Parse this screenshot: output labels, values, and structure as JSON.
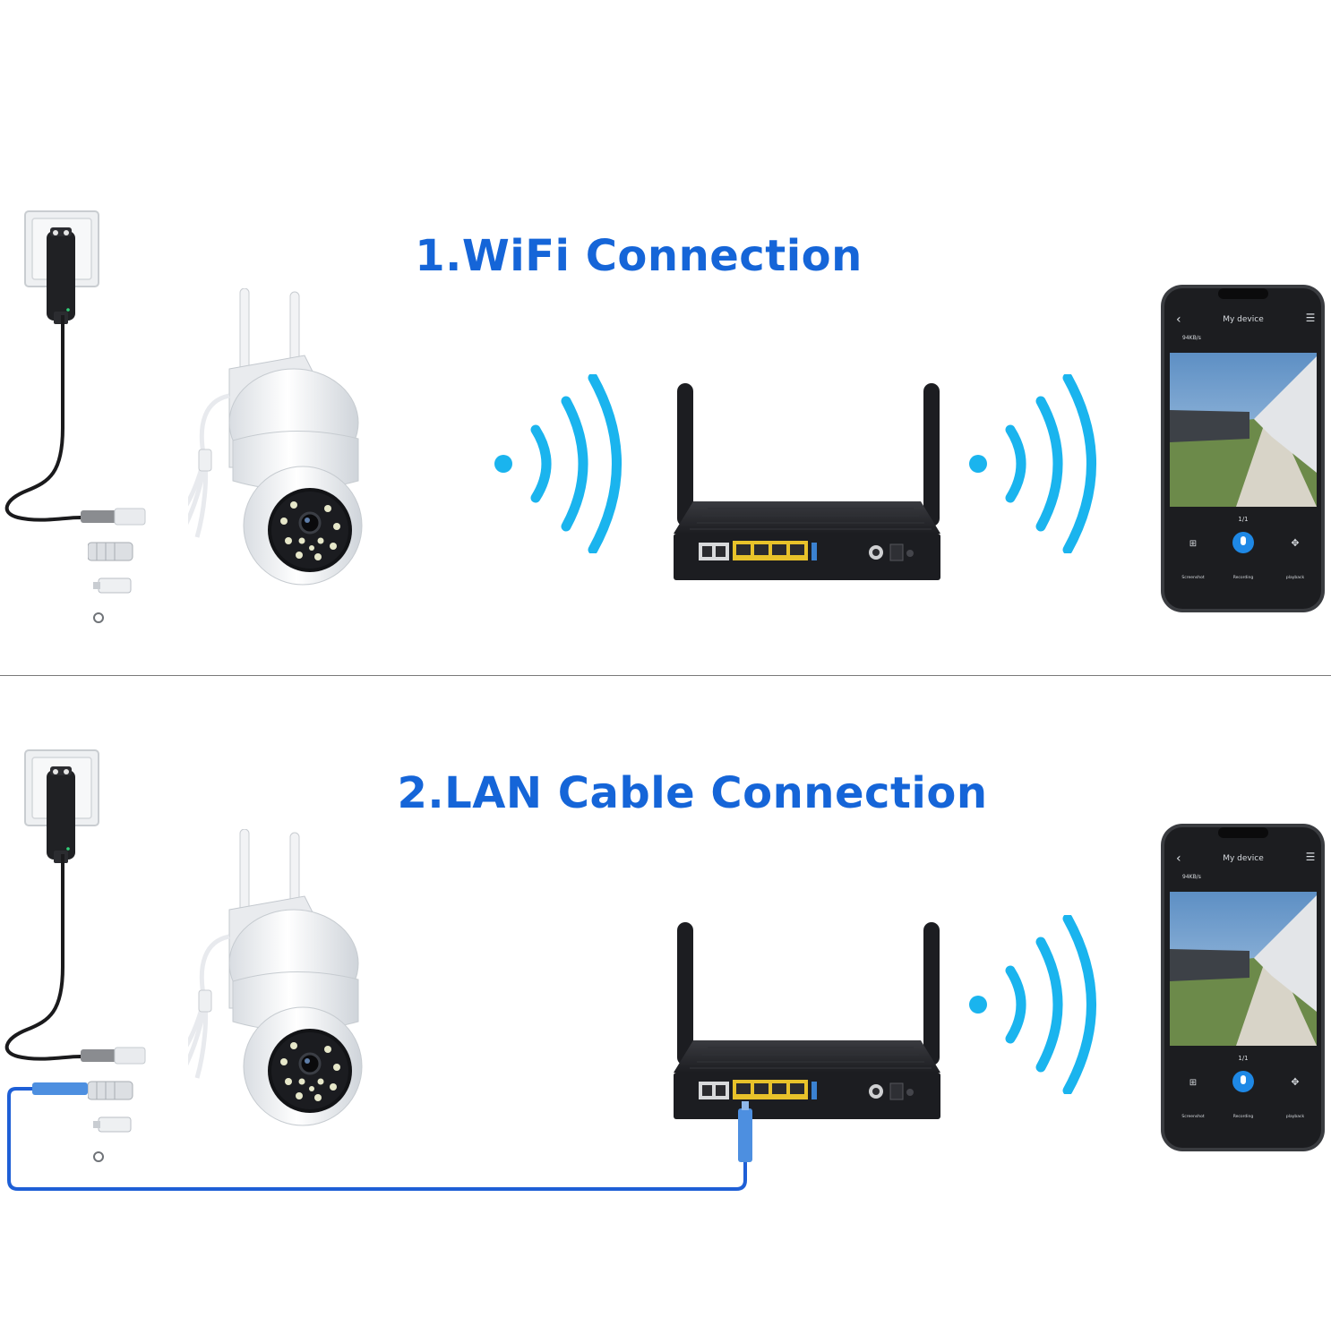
{
  "sections": [
    {
      "title": "1.WiFi Connection",
      "phone": {
        "header": "My device",
        "speed": "94KB/s",
        "page": "1/1",
        "actions": [
          "Screenshot",
          "Recording",
          "playback"
        ]
      }
    },
    {
      "title": "2.LAN Cable Connection",
      "phone": {
        "header": "My device",
        "speed": "94KB/s",
        "page": "1/1",
        "actions": [
          "Screenshot",
          "Recording",
          "playback"
        ]
      }
    }
  ],
  "colors": {
    "title": "#1565d8",
    "wifi_waves": "#1ab4ee",
    "lan_cable": "#1e5fd6",
    "router": "#1c1d21",
    "router_ports": "#e8c22a"
  }
}
